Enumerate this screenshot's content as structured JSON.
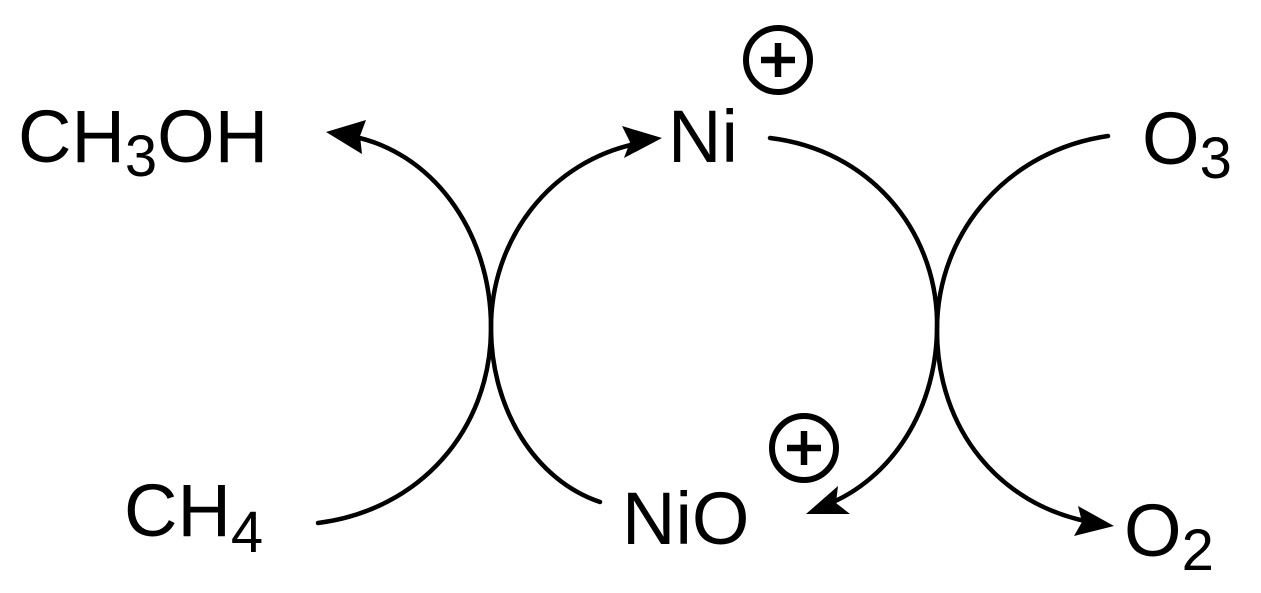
{
  "diagram": {
    "species": {
      "methanol": {
        "label": "CH",
        "sub": "3",
        "tail": "OH"
      },
      "methane": {
        "label": "CH",
        "sub": "4"
      },
      "nickel_cation": {
        "label": "Ni",
        "charge": "+"
      },
      "nickel_oxide_cation": {
        "label": "NiO",
        "charge": "+"
      },
      "ozone": {
        "label": "O",
        "sub": "3"
      },
      "oxygen": {
        "label": "O",
        "sub": "2"
      }
    },
    "colors": {
      "ink": "#000000",
      "background": "#ffffff"
    },
    "icons": {
      "charge": "circled-plus-icon"
    }
  }
}
